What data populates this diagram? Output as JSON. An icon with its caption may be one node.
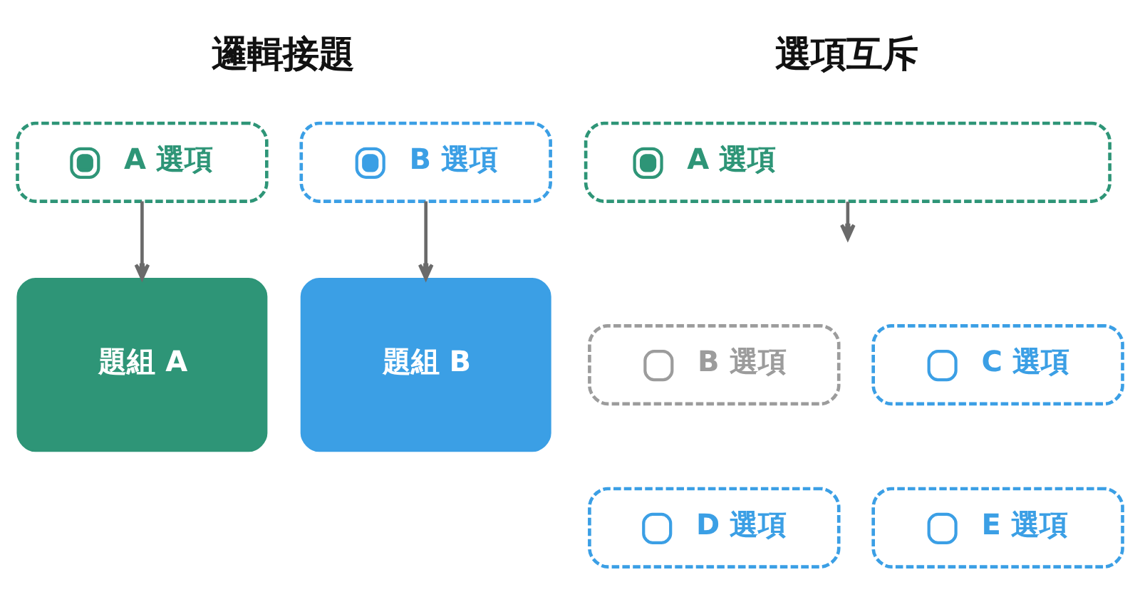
{
  "diagram": {
    "nodes": [
      {
        "text": [
          "A 選項"
        ]
      },
      {
        "text": [
          "B 選項"
        ]
      },
      {
        "text": [
          "題組 A"
        ]
      },
      {
        "text": [
          "題組 B"
        ]
      },
      {
        "text": [
          "A 選項"
        ]
      },
      {
        "text": [
          "B 選項"
        ]
      },
      {
        "text": [
          "C 選項"
        ]
      },
      {
        "text": [
          "D 選項"
        ]
      },
      {
        "text": [
          "E 選項"
        ]
      }
    ],
    "edges": [
      {
        "from": 0,
        "to": 2,
        "arrow": "to"
      },
      {
        "from": 1,
        "to": 3,
        "arrow": "to"
      },
      {
        "from": 4,
        "to": null,
        "arrow": "to"
      }
    ],
    "labels": [
      "邏輯接題",
      "選項互斥"
    ]
  }
}
